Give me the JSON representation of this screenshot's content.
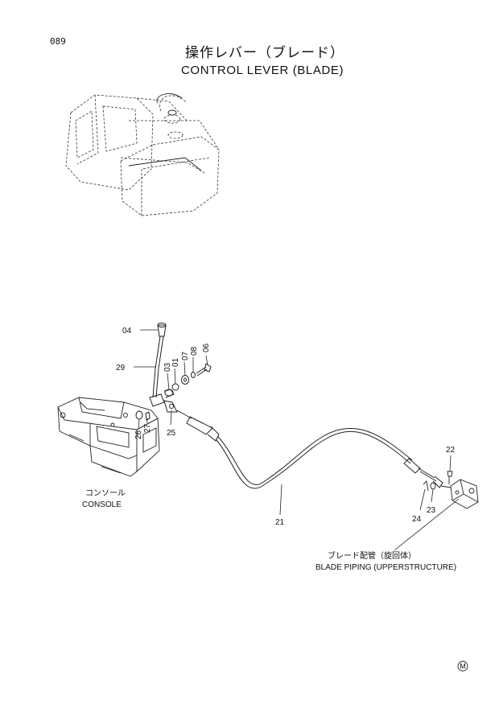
{
  "header": {
    "page_number": "089",
    "title_jp": "操作レバー（ブレード）",
    "title_en": "CONTROL LEVER (BLADE)"
  },
  "labels": {
    "console_jp": "コンソール",
    "console_en": "CONSOLE",
    "piping_jp": "ブレード配管（旋回体）",
    "piping_en": "BLADE PIPING (UPPERSTRUCTURE)"
  },
  "parts": [
    "04",
    "29",
    "03",
    "01",
    "07",
    "08",
    "06",
    "27",
    "26",
    "25",
    "21",
    "22",
    "23",
    "24"
  ],
  "footer": {
    "mark": "M"
  }
}
